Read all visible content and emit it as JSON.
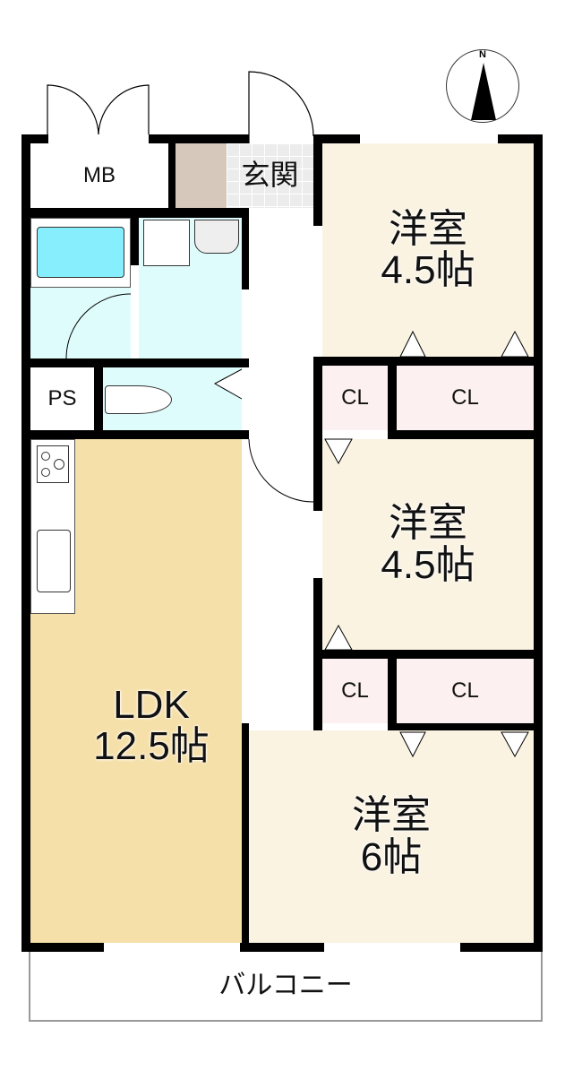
{
  "rooms": {
    "mb": "MB",
    "genkan": "玄関",
    "ps": "PS",
    "western1": {
      "name": "洋室",
      "size": "4.5帖"
    },
    "western2": {
      "name": "洋室",
      "size": "4.5帖"
    },
    "western3": {
      "name": "洋室",
      "size": "6帖"
    },
    "ldk": {
      "name": "LDK",
      "size": "12.5帖"
    },
    "closets": [
      "CL",
      "CL",
      "CL",
      "CL"
    ],
    "balcony": "バルコニー"
  },
  "compass": {
    "label": "N"
  },
  "colors": {
    "ldk": "#f6e0a9",
    "western": "#faf3e2",
    "closet": "#fdf0f0",
    "wet": "#dffcfc",
    "tub": "#86eefc",
    "shoebox": "#d6c9bb"
  }
}
